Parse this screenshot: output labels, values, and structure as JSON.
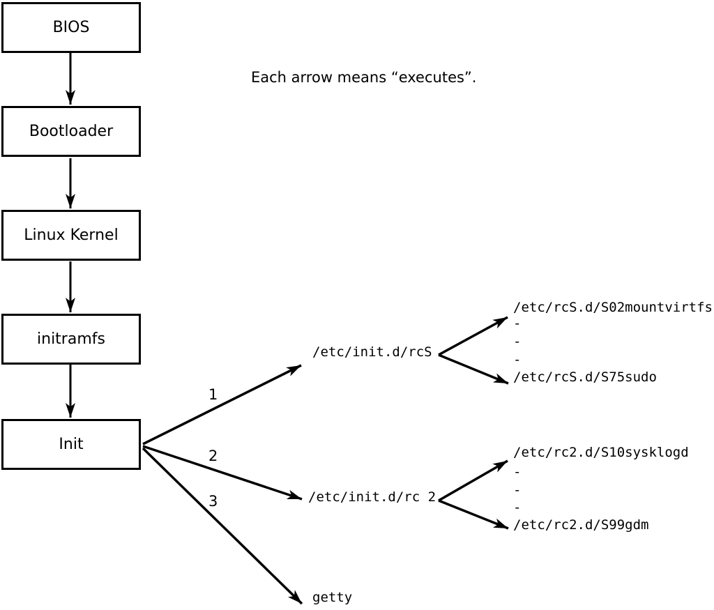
{
  "diagram": {
    "note": "Each arrow means “executes”.",
    "boxes": [
      {
        "label": "BIOS"
      },
      {
        "label": "Bootloader"
      },
      {
        "label": "Linux Kernel"
      },
      {
        "label": "initramfs"
      },
      {
        "label": "Init"
      }
    ],
    "edge_labels": [
      {
        "label": "1"
      },
      {
        "label": "2"
      },
      {
        "label": "3"
      }
    ],
    "targets": {
      "rcS": "/etc/init.d/rcS",
      "rc2": "/etc/init.d/rc 2",
      "getty": "getty"
    },
    "rcS_children": {
      "first": "/etc/rcS.d/S02mountvirtfs",
      "dash1": "-",
      "dash2": "-",
      "dash3": "-",
      "last": "/etc/rcS.d/S75sudo"
    },
    "rc2_children": {
      "first": "/etc/rc2.d/S10sysklogd",
      "dash1": "-",
      "dash2": "-",
      "dash3": "-",
      "last": "/etc/rc2.d/S99gdm"
    },
    "colors": {
      "stroke": "#000000",
      "background": "#ffffff"
    }
  }
}
